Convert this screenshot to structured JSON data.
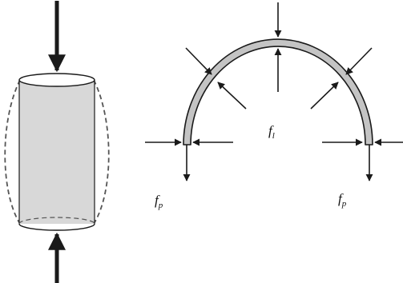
{
  "labels": {
    "hoop_stress": {
      "base": "f",
      "sub": "l"
    },
    "left_axial": {
      "base": "f",
      "sub": "p"
    },
    "right_axial": {
      "base": "f",
      "sub": "p"
    }
  },
  "colors": {
    "stroke": "#1a1a1a",
    "specimen_fill": "#d8d8d8",
    "ring_fill": "#c4c4c4",
    "bulge_dash": "#555555"
  }
}
